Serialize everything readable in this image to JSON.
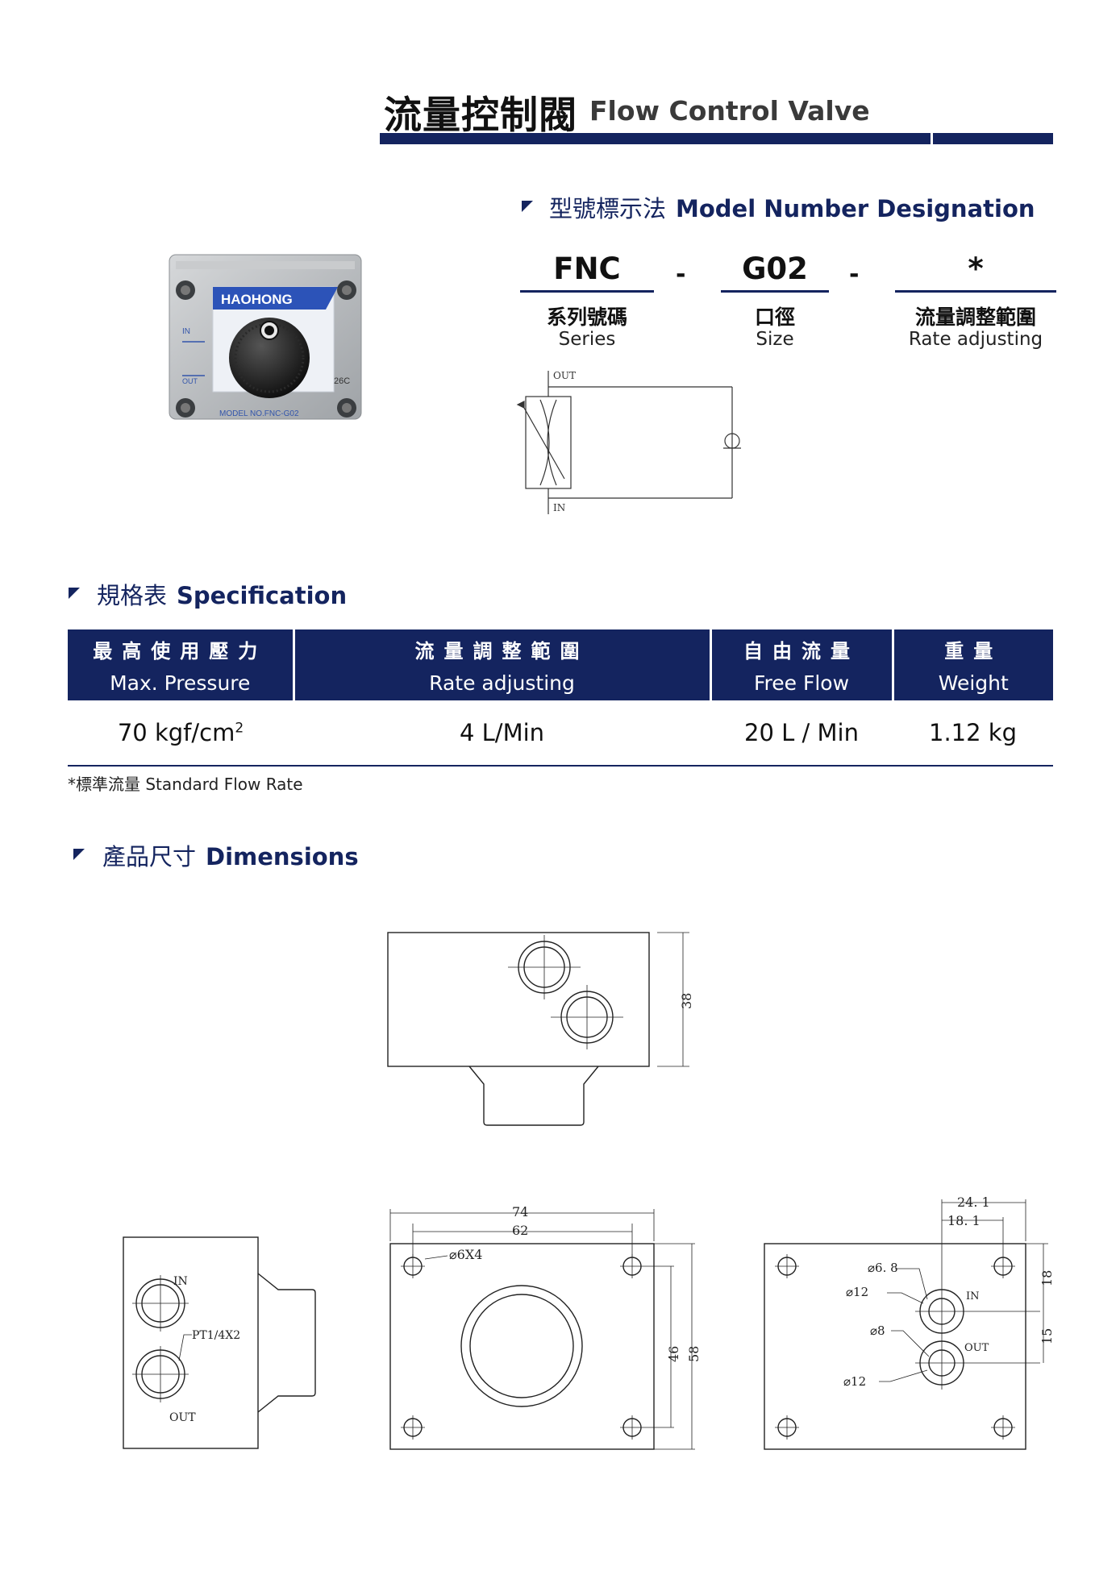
{
  "header": {
    "title_zh": "流量控制閥",
    "title_en": "Flow Control Valve"
  },
  "designation": {
    "heading_zh": "型號標示法",
    "heading_en": "Model Number Designation",
    "codes": [
      {
        "code": "FNC",
        "label_zh": "系列號碼",
        "label_en": "Series"
      },
      {
        "code": "G02",
        "label_zh": "口徑",
        "label_en": "Size"
      },
      {
        "code": "*",
        "label_zh": "流量調整範圍",
        "label_en": "Rate adjusting"
      }
    ],
    "separator": "-"
  },
  "product_photo": {
    "brand": "HAOHONG",
    "in_label": "IN",
    "out_label": "OUT",
    "temp_label": "26C",
    "model_text": "MODEL NO.FNC-G02"
  },
  "symbol": {
    "out_label": "OUT",
    "in_label": "IN"
  },
  "specification": {
    "heading_zh": "規格表",
    "heading_en": "Specification",
    "columns": [
      {
        "zh": "最高使用壓力",
        "en": "Max. Pressure"
      },
      {
        "zh": "流量調整範圍",
        "en": "Rate adjusting"
      },
      {
        "zh": "自由流量",
        "en": "Free Flow"
      },
      {
        "zh": "重量",
        "en": "Weight"
      }
    ],
    "row": {
      "pressure": "70 kgf/cm",
      "pressure_sup": "2",
      "rate": "4 L/Min",
      "free_flow": "20 L / Min",
      "weight": "1.12 kg"
    },
    "note": "*標準流量 Standard Flow Rate"
  },
  "dimensions": {
    "heading_zh": "產品尺寸",
    "heading_en": "Dimensions",
    "top_view": {
      "height_label": "38"
    },
    "side_view": {
      "in_label": "IN",
      "out_label": "OUT",
      "port_label": "PT1/4X2"
    },
    "front_view": {
      "width_label": "74",
      "bolt_span_label": "62",
      "hole_label": "⌀6X4",
      "height_label": "58",
      "bolt_height_label": "46"
    },
    "port_view": {
      "dim_a": "24. 1",
      "dim_b": "18. 1",
      "d1": "⌀6. 8",
      "d2": "⌀12",
      "d3": "⌀8",
      "d4": "⌀12",
      "in_label": "IN",
      "out_label": "OUT",
      "v1": "18",
      "v2": "15"
    }
  }
}
